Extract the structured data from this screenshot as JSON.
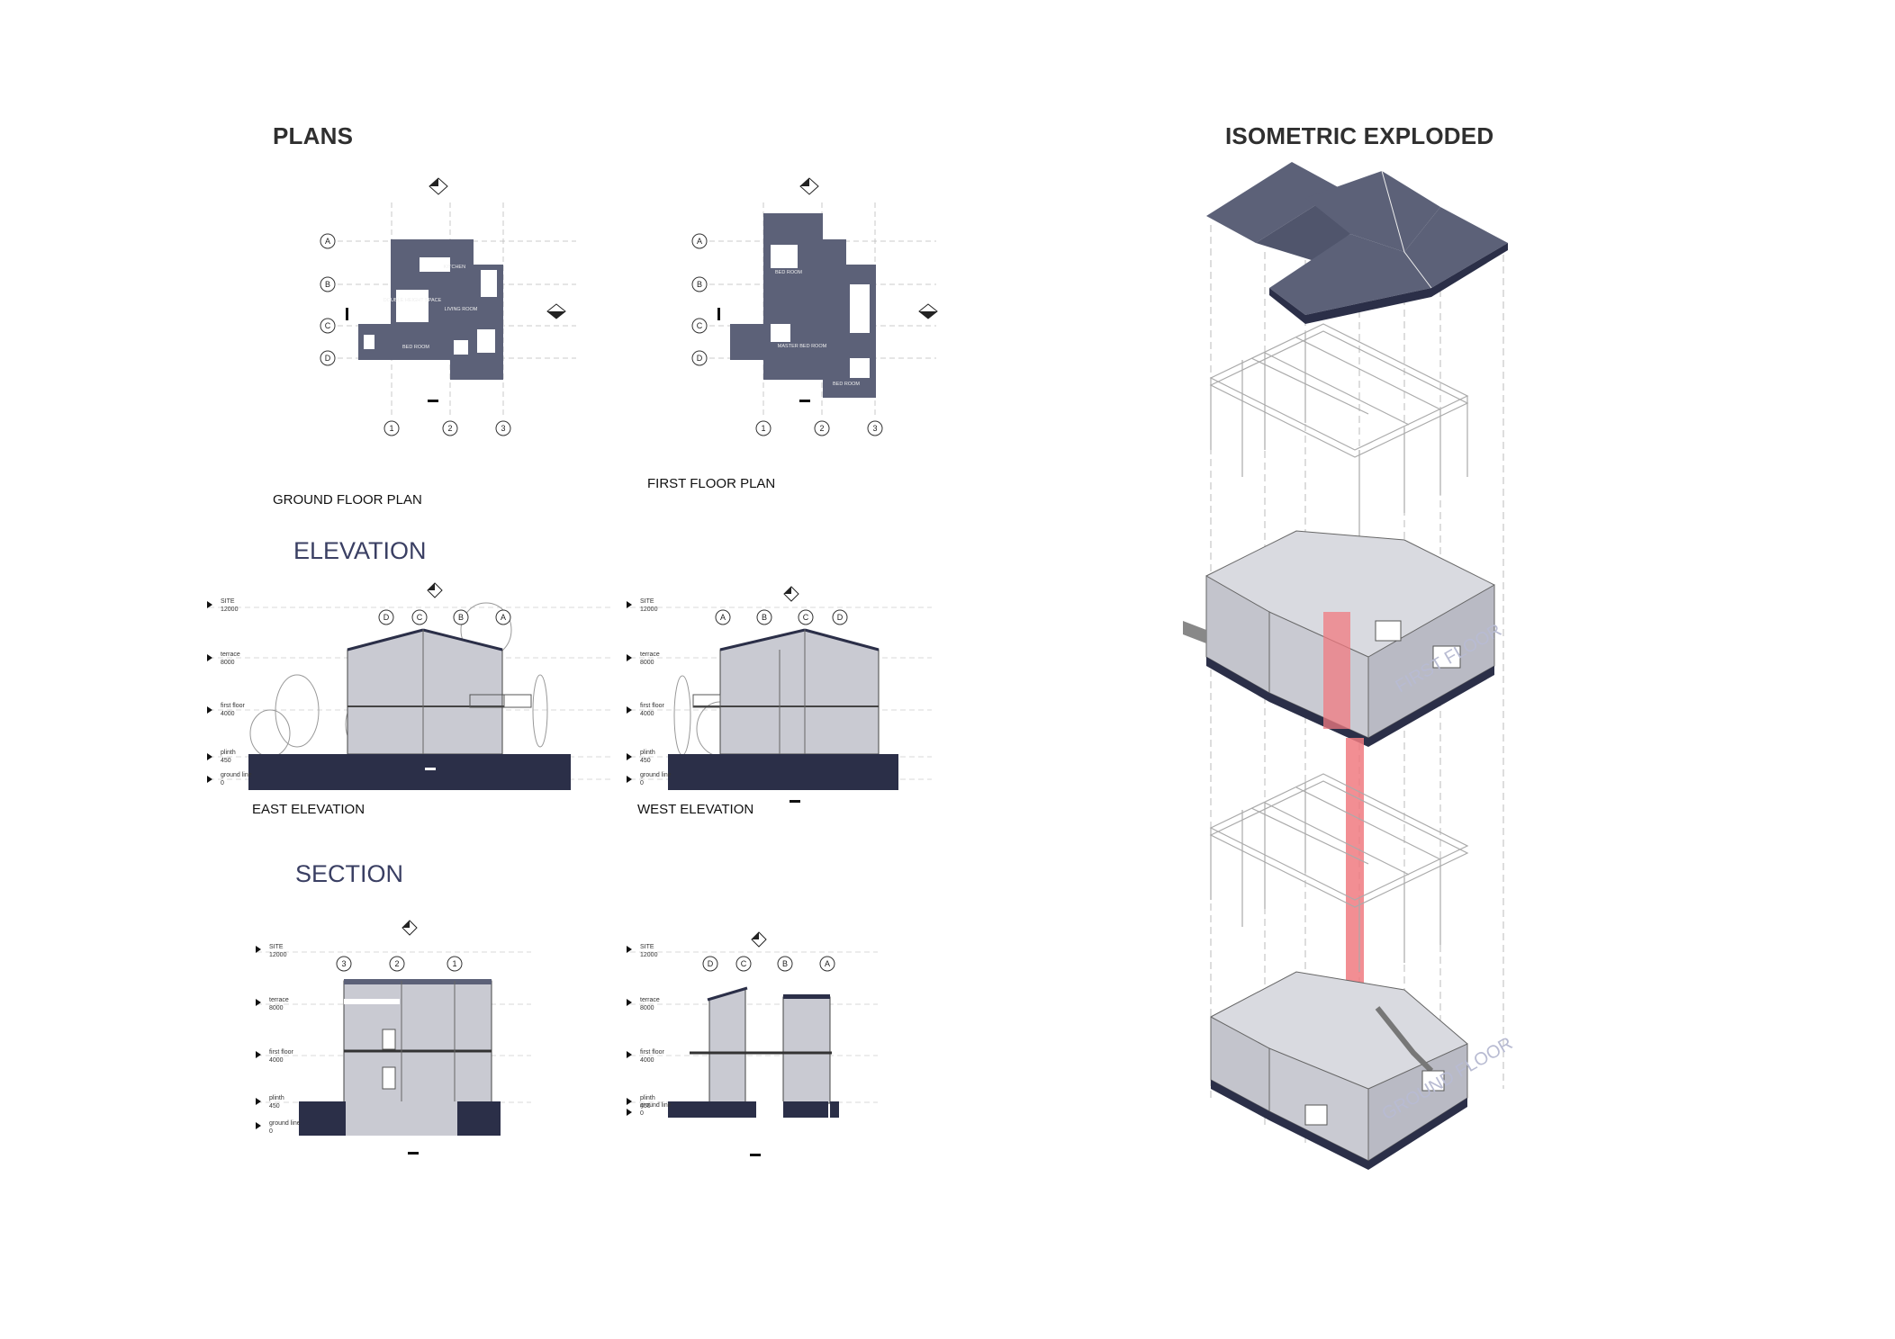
{
  "sections": {
    "plans": "PLANS",
    "isometric": "ISOMETRIC EXPLODED",
    "elevation": "ELEVATION",
    "section": "SECTION"
  },
  "captions": {
    "ground_floor_plan": "GROUND FLOOR PLAN",
    "first_floor_plan": "FIRST FLOOR PLAN",
    "east_elevation": "EAST ELEVATION",
    "west_elevation": "WEST ELEVATION"
  },
  "grid_labels": {
    "rows": [
      "A",
      "B",
      "C",
      "D"
    ],
    "cols": [
      "1",
      "2",
      "3"
    ]
  },
  "rooms": {
    "ground": [
      "KITCHEN",
      "DOUBLE HEIGHT SPACE",
      "LIVING ROOM",
      "BED ROOM"
    ],
    "first": [
      "BED ROOM",
      "MASTER BED ROOM",
      "BED ROOM"
    ]
  },
  "levels": [
    {
      "name": "SITE",
      "value": "12000"
    },
    {
      "name": "terrace",
      "value": "8000"
    },
    {
      "name": "first floor",
      "value": "4000"
    },
    {
      "name": "plinth",
      "value": "450"
    },
    {
      "name": "ground line",
      "value": "0"
    }
  ],
  "east_elevation_grids": [
    "D",
    "C",
    "B",
    "A"
  ],
  "west_elevation_grids": [
    "A",
    "B",
    "C",
    "D"
  ],
  "section1_grids": [
    "3",
    "2",
    "1"
  ],
  "section2_grids": [
    "D",
    "C",
    "B",
    "A"
  ],
  "iso_labels": {
    "first_floor": "FIRST FLOOR",
    "ground_floor": "GROUND FLOOR"
  },
  "colors": {
    "slate": "#5c6178",
    "dark_navy": "#2b2f48",
    "wall_grey": "#c9cad2",
    "accent_red": "#f07a80"
  }
}
